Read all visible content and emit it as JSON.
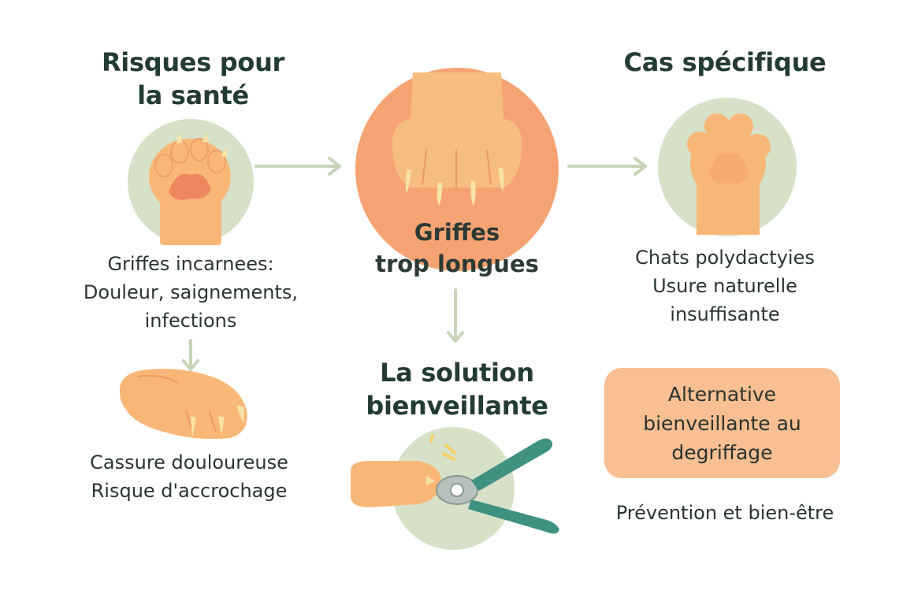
{
  "colors": {
    "sage_circle": "#d6e1c8",
    "orange_circle": "#f6a373",
    "paw_orange": "#f9b777",
    "paw_pad": "#ee875d",
    "claw_cream": "#f7e3a6",
    "arrow_sage": "#c8d4b8",
    "pliers_teal": "#3f9182",
    "alt_box": "#f7bf92",
    "text_dark": "#233b35"
  },
  "icons": {
    "left_paw": "paw-claws-out-icon",
    "center_paw": "paw-long-claws-icon",
    "right_paw": "polydactyl-paw-icon",
    "broken_claw_paw": "broken-claw-paw-icon",
    "clipper_hand": "hand-claw-clipper-icon"
  },
  "left": {
    "title_lines": [
      "Risques pour",
      "la santé"
    ],
    "desc_lines": [
      "Griffes incarnees:",
      "Douleur, saignements,",
      "infections"
    ],
    "sub_lines": [
      "Cassure douloureuse",
      "Risque d'accrochage"
    ]
  },
  "center": {
    "label_lines": [
      "Griffes",
      "trop longues"
    ],
    "solution_title_lines": [
      "La solution",
      "bienveillante"
    ]
  },
  "right": {
    "title": "Cas spécifique",
    "desc_lines": [
      "Chats polydactyies",
      "Usure naturelle",
      "insuffisante"
    ],
    "alt_box_lines": [
      "Alternative",
      "bienveillante au",
      "degriffage"
    ],
    "footer": "Prévention et bien-être"
  }
}
